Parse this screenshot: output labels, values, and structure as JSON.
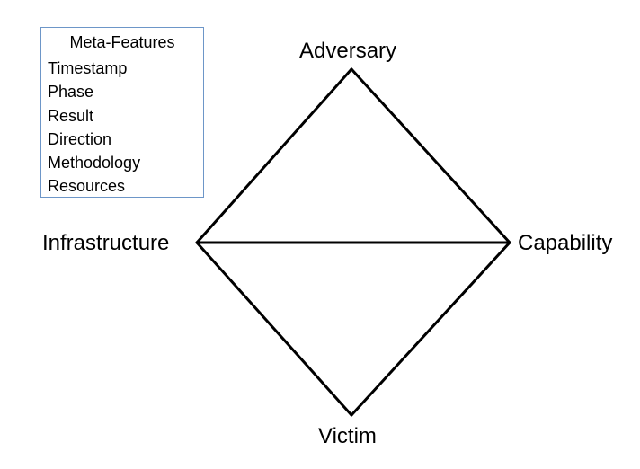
{
  "meta_features": {
    "title": "Meta-Features",
    "items": [
      "Timestamp",
      "Phase",
      "Result",
      "Direction",
      "Methodology",
      "Resources"
    ]
  },
  "nodes": {
    "adversary": "Adversary",
    "infrastructure": "Infrastructure",
    "capability": "Capability",
    "victim": "Victim"
  },
  "colors": {
    "box_border": "#6d96c8",
    "lines": "#000000"
  }
}
